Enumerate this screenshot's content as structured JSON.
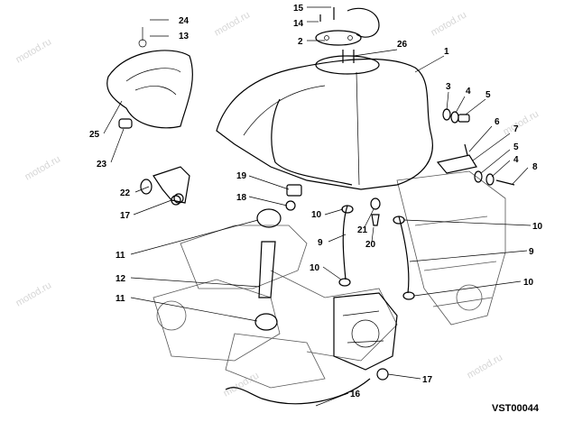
{
  "diagram": {
    "watermark": "motod.ru",
    "code": "VST00044",
    "callouts": [
      {
        "n": "24"
      },
      {
        "n": "13"
      },
      {
        "n": "15"
      },
      {
        "n": "14"
      },
      {
        "n": "2"
      },
      {
        "n": "26"
      },
      {
        "n": "1"
      },
      {
        "n": "3"
      },
      {
        "n": "4"
      },
      {
        "n": "5"
      },
      {
        "n": "6"
      },
      {
        "n": "7"
      },
      {
        "n": "5"
      },
      {
        "n": "4"
      },
      {
        "n": "8"
      },
      {
        "n": "25"
      },
      {
        "n": "23"
      },
      {
        "n": "22"
      },
      {
        "n": "19"
      },
      {
        "n": "18"
      },
      {
        "n": "17"
      },
      {
        "n": "10"
      },
      {
        "n": "21"
      },
      {
        "n": "20"
      },
      {
        "n": "10"
      },
      {
        "n": "9"
      },
      {
        "n": "9"
      },
      {
        "n": "11"
      },
      {
        "n": "10"
      },
      {
        "n": "10"
      },
      {
        "n": "12"
      },
      {
        "n": "11"
      },
      {
        "n": "17"
      },
      {
        "n": "16"
      }
    ]
  }
}
